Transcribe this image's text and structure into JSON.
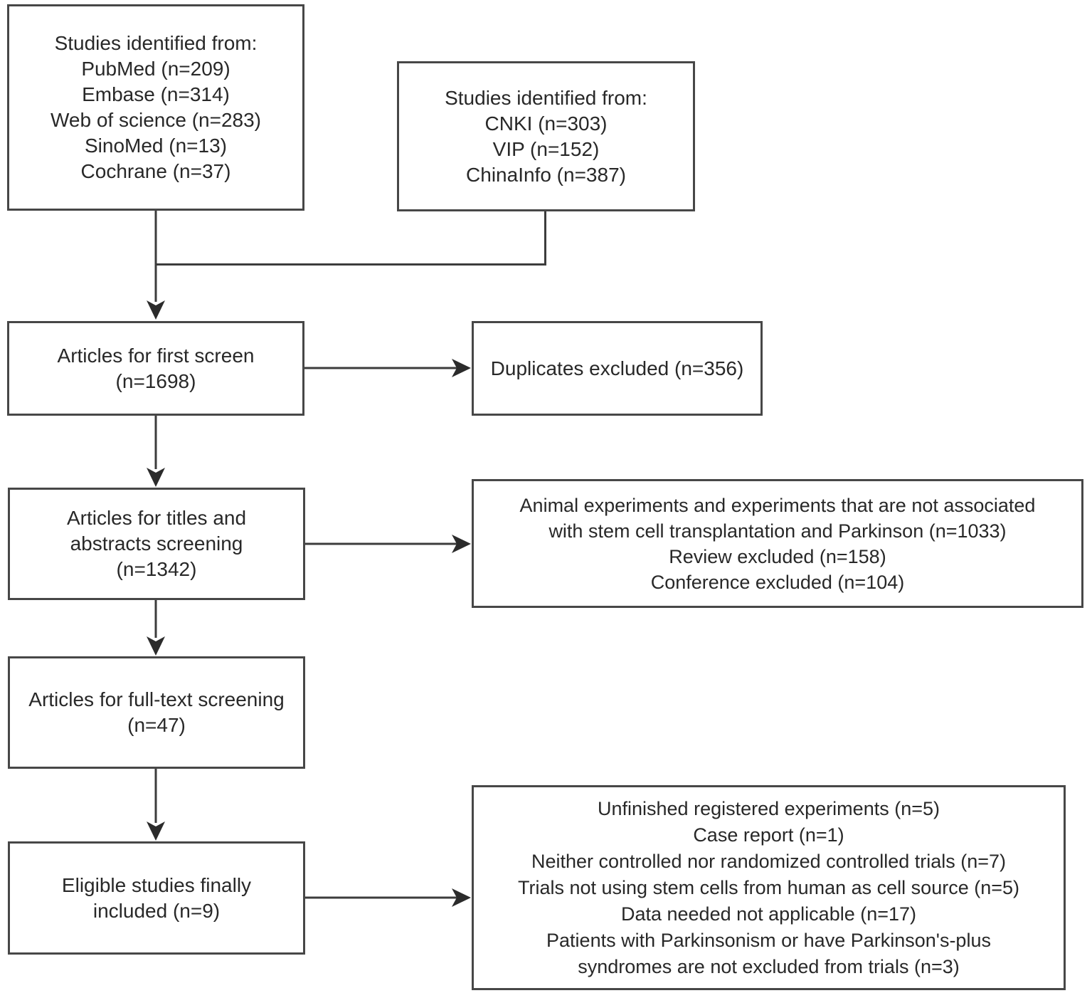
{
  "colors": {
    "background": "#ffffff",
    "box_border": "#474747",
    "connector": "#3c3c3c",
    "text": "#282828"
  },
  "boxes": {
    "sources_left": {
      "lines": [
        "Studies identified from:",
        "PubMed (n=209)",
        "Embase (n=314)",
        "Web of science (n=283)",
        "SinoMed (n=13)",
        "Cochrane (n=37)"
      ]
    },
    "sources_right": {
      "lines": [
        "Studies identified from:",
        "CNKI (n=303)",
        "VIP (n=152)",
        "ChinaInfo (n=387)"
      ]
    },
    "first_screen": {
      "lines": [
        "Articles for first screen",
        "(n=1698)"
      ]
    },
    "duplicates_excluded": {
      "lines": [
        "Duplicates excluded (n=356)"
      ]
    },
    "title_abstract_screening": {
      "lines": [
        "Articles for titles and",
        "abstracts screening",
        "(n=1342)"
      ]
    },
    "title_abstract_exclusions": {
      "lines": [
        "Animal experiments and experiments that are not associated",
        "with stem cell transplantation and Parkinson (n=1033)",
        "Review excluded (n=158)",
        "Conference excluded (n=104)"
      ]
    },
    "full_text_screening": {
      "lines": [
        "Articles for full-text screening",
        "(n=47)"
      ]
    },
    "eligible_included": {
      "lines": [
        "Eligible studies finally",
        "included (n=9)"
      ]
    },
    "full_text_exclusions": {
      "lines": [
        "Unfinished registered experiments (n=5)",
        "Case report (n=1)",
        "Neither controlled nor randomized controlled trials (n=7)",
        "Trials not using stem cells from human as cell source (n=5)",
        "Data needed not applicable (n=17)",
        "Patients with Parkinsonism or have Parkinson's-plus",
        "syndromes are not excluded from trials (n=3)"
      ]
    }
  }
}
